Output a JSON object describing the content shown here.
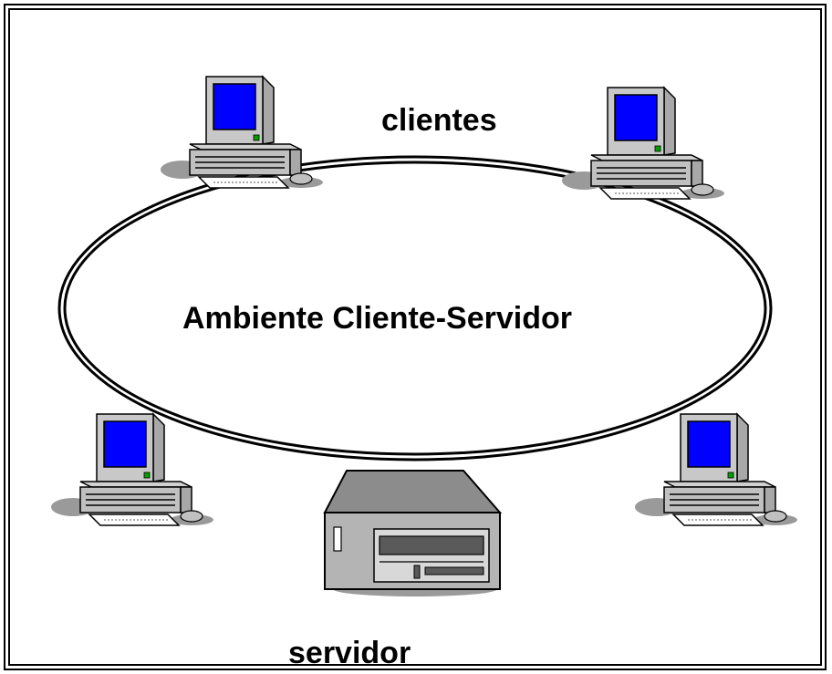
{
  "labels": {
    "clients": "clientes",
    "environment": "Ambiente Cliente-Servidor",
    "server": "servidor"
  },
  "colors": {
    "screen": "#0000ff",
    "body": "#c0c0c0",
    "shadow": "#9a9a9a",
    "led": "#00a000",
    "server_top": "#8c8c8c"
  },
  "icons": [
    "computer-icon",
    "server-icon"
  ]
}
